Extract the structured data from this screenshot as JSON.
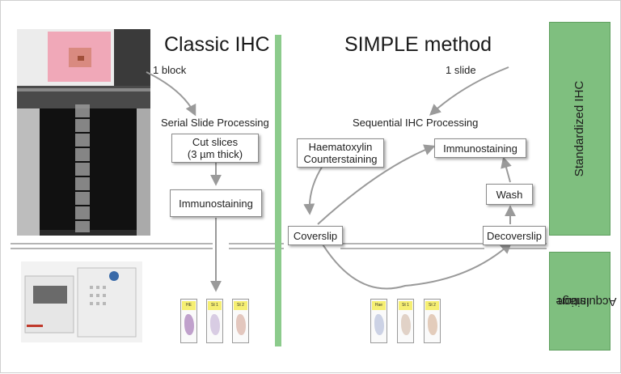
{
  "sections": {
    "classic_title": "Classic IHC",
    "simple_title": "SIMPLE method"
  },
  "classic": {
    "input_label": "1 block",
    "process_label": "Serial Slide Processing",
    "cut_line1": "Cut slices",
    "cut_line2": "(3 µm thick)",
    "immunostaining": "Immunostaining",
    "slides": [
      "HE",
      "St 1",
      "St 2"
    ]
  },
  "simple": {
    "input_label": "1 slide",
    "process_label": "Sequential IHC Processing",
    "haem_line1": "Haematoxylin",
    "haem_line2": "Counterstaining",
    "immunostaining": "Immunostaining",
    "wash": "Wash",
    "coverslip": "Coverslip",
    "decoverslip": "Decoverslip",
    "slides": [
      "Hae",
      "St 1",
      "St 2"
    ]
  },
  "side_labels": {
    "top": "Standardized IHC",
    "bottom_line1": "Image",
    "bottom_line2": "Acquisition"
  },
  "colors": {
    "green_bar": "#8ccb8c",
    "side_panel": "#7fbf7f",
    "arrow": "#9a9a9a",
    "slide_label": "#f6ef72"
  }
}
